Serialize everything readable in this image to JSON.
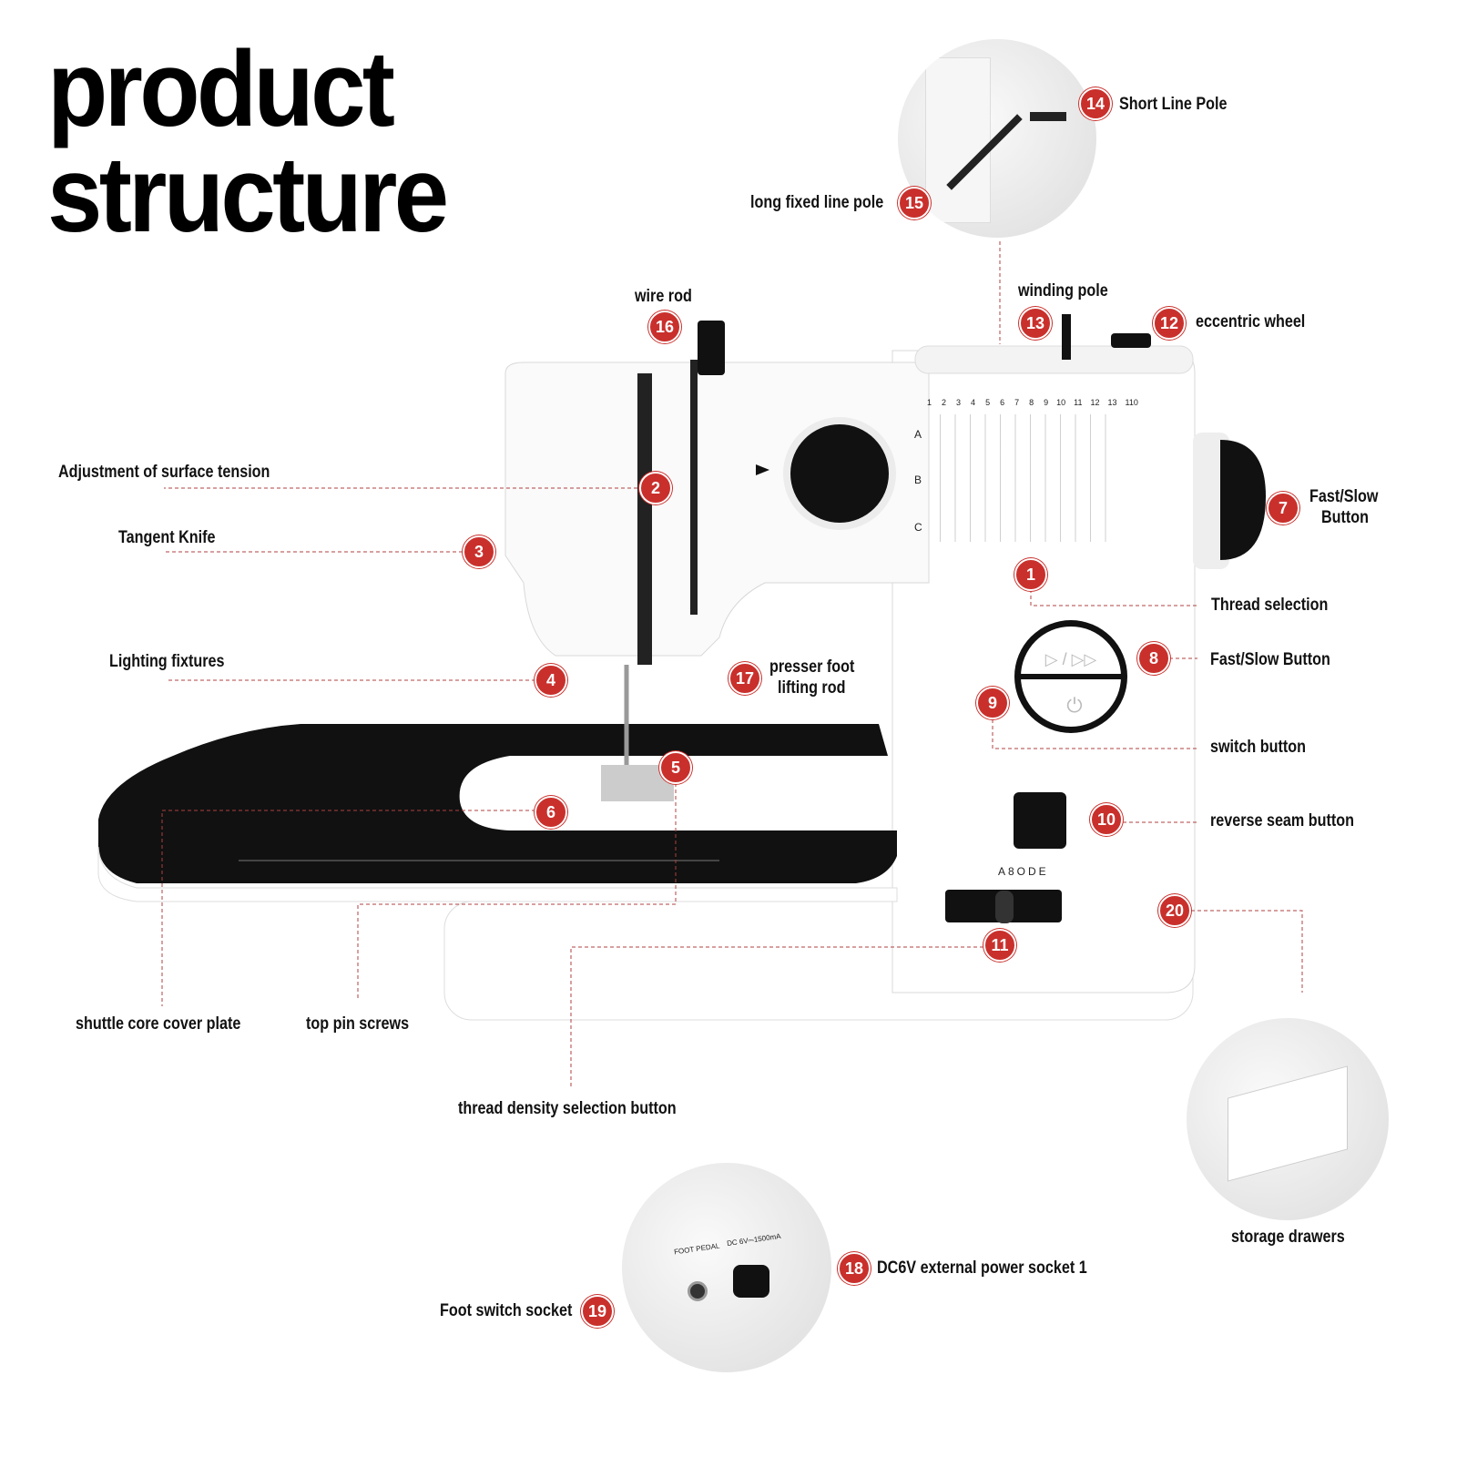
{
  "title": {
    "line1": "product",
    "line2": "structure"
  },
  "colors": {
    "badge": "#c9302c",
    "leader": "#b04040",
    "table": "#111111",
    "body": "#ffffff"
  },
  "callouts": [
    {
      "n": "1",
      "label": "Thread selection"
    },
    {
      "n": "2",
      "label": "Adjustment of surface tension"
    },
    {
      "n": "3",
      "label": "Tangent Knife"
    },
    {
      "n": "4",
      "label": "Lighting fixtures"
    },
    {
      "n": "5",
      "label": "top pin screws"
    },
    {
      "n": "6",
      "label": "shuttle core cover plate"
    },
    {
      "n": "7",
      "label": "Fast/Slow",
      "label2": "Button"
    },
    {
      "n": "8",
      "label": "Fast/Slow Button"
    },
    {
      "n": "9",
      "label": "switch button"
    },
    {
      "n": "10",
      "label": "reverse seam button"
    },
    {
      "n": "11",
      "label": "thread density selection button"
    },
    {
      "n": "12",
      "label": "eccentric wheel"
    },
    {
      "n": "13",
      "label": "winding pole"
    },
    {
      "n": "14",
      "label": "Short Line Pole"
    },
    {
      "n": "15",
      "label": "long fixed line pole"
    },
    {
      "n": "16",
      "label": "wire rod"
    },
    {
      "n": "17",
      "label": "presser foot",
      "label2": "lifting rod"
    },
    {
      "n": "18",
      "label": "DC6V external power socket 1"
    },
    {
      "n": "19",
      "label": "Foot switch socket"
    },
    {
      "n": "20",
      "label": "storage drawers"
    }
  ],
  "machine": {
    "stitch_numbers": [
      "1",
      "2",
      "3",
      "4",
      "5",
      "6",
      "7",
      "8",
      "9",
      "10",
      "11",
      "12",
      "13",
      "110"
    ],
    "stitch_rows": [
      "A",
      "B",
      "C"
    ],
    "mode_label": "A8ODE",
    "foot_pedal": "FOOT PEDAL",
    "dc_rating": "DC 6V⎓1500mA"
  }
}
